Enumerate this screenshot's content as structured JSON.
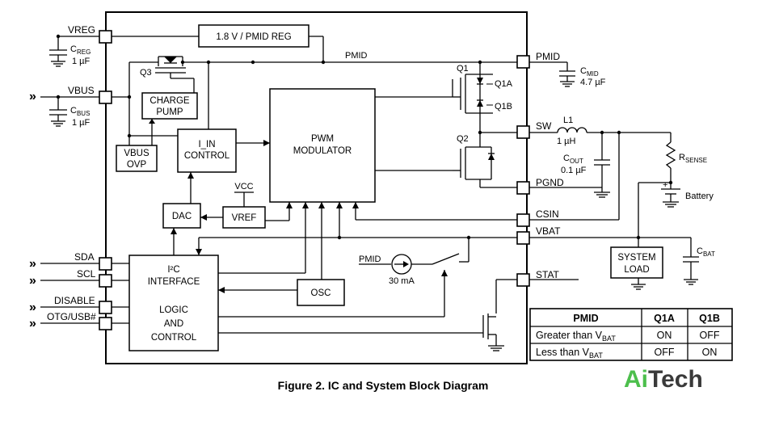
{
  "figure_caption": "Figure 2. IC and System Block Diagram",
  "brand": {
    "part1": "Ai",
    "part2": "Tech",
    "color1": "#4cbf4c",
    "color2": "#3a3a3a"
  },
  "pins": {
    "vreg": "VREG",
    "vbus": "VBUS",
    "sda": "SDA",
    "scl": "SCL",
    "disable": "DISABLE",
    "otg": "OTG/USB#",
    "pmid": "PMID",
    "sw": "SW",
    "pgnd": "PGND",
    "csin": "CSIN",
    "vbat": "VBAT",
    "stat": "STAT"
  },
  "blocks": {
    "reg": "1.8 V / PMID REG",
    "charge_pump": [
      "CHARGE",
      "PUMP"
    ],
    "vbus_ovp": [
      "VBUS",
      "OVP"
    ],
    "iin_control": [
      "I_IN",
      "CONTROL"
    ],
    "pwm": [
      "PWM",
      "MODULATOR"
    ],
    "dac": "DAC",
    "vref": "VREF",
    "i2c_logic": [
      "I²C",
      "INTERFACE",
      "LOGIC",
      "AND",
      "CONTROL"
    ],
    "osc": "OSC",
    "system_load": [
      "SYSTEM",
      "LOAD"
    ]
  },
  "labels": {
    "creg_name": "C",
    "creg_sub": "REG",
    "creg_val": "1 µF",
    "cbus_name": "C",
    "cbus_sub": "BUS",
    "cbus_val": "1 µF",
    "cmid_name": "C",
    "cmid_sub": "MID",
    "cmid_val": "4.7 µF",
    "cout_name": "C",
    "cout_sub": "OUT",
    "cout_val": "0.1 µF",
    "l1_name": "L1",
    "l1_val": "1 µH",
    "rsense_name": "R",
    "rsense_sub": "SENSE",
    "cbat_name": "C",
    "cbat_sub": "BAT",
    "battery": "Battery",
    "pmid_net": "PMID",
    "pmid_src": "PMID",
    "current": "30 mA",
    "vcc": "VCC",
    "q1": "Q1",
    "q1a": "Q1A",
    "q1b": "Q1B",
    "q2": "Q2",
    "q3": "Q3",
    "plus": "+"
  },
  "table": {
    "headers": [
      "PMID",
      "Q1A",
      "Q1B"
    ],
    "rows": [
      {
        "pmid": "Greater than V",
        "sub": "BAT",
        "q1a": "ON",
        "q1b": "OFF"
      },
      {
        "pmid": "Less than V",
        "sub": "BAT",
        "q1a": "OFF",
        "q1b": "ON"
      }
    ]
  }
}
